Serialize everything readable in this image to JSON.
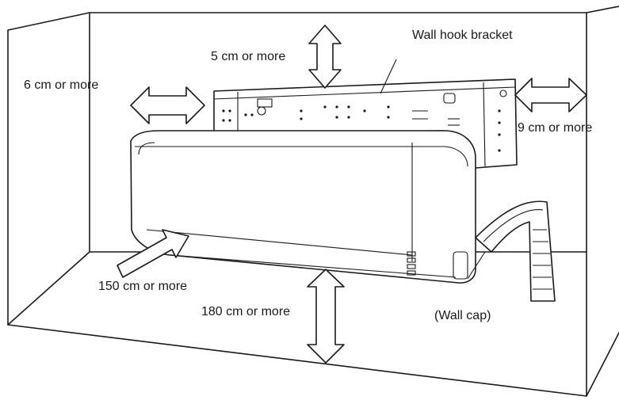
{
  "labels": {
    "wall_hook_bracket": "Wall hook bracket",
    "clearance_top": "5 cm or more",
    "clearance_left": "6 cm or more",
    "clearance_right": "9 cm or more",
    "clearance_front": "150 cm or more",
    "clearance_floor": "180 cm or more",
    "wall_cap": "(Wall cap)"
  }
}
